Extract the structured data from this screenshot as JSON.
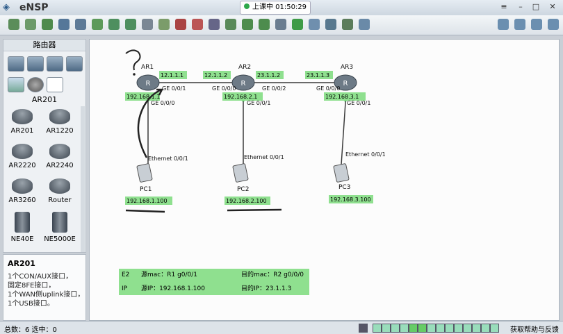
{
  "window": {
    "app_name": "eNSP",
    "recording": "上课中 01:50:29"
  },
  "sidebar": {
    "category_title": "路由器",
    "selected_category": "AR201",
    "devices": [
      "AR201",
      "AR1220",
      "AR2220",
      "AR2240",
      "AR3260",
      "Router",
      "NE40E",
      "NE5000E"
    ]
  },
  "info": {
    "model": "AR201",
    "lines": [
      "1个CON/AUX接口，",
      "固定8FE接口，",
      "1个WAN侧uplink接口，",
      "1个USB接口。"
    ]
  },
  "topology": {
    "routers": [
      "AR1",
      "AR2",
      "AR3"
    ],
    "pcs": [
      "PC1",
      "PC2",
      "PC3"
    ],
    "ports": {
      "ar1_g001": "GE 0/0/1",
      "ar1_g000": "GE 0/0/0",
      "ar2_g000": "GE 0/0/0",
      "ar2_g002": "GE 0/0/2",
      "ar2_g001": "GE 0/0/1",
      "ar3_g000": "GE 0/0/0",
      "ar3_g001": "GE 0/0/1",
      "pc_eth": "Ethernet 0/0/1"
    },
    "ips": {
      "ar1_link": "12.1.1.1",
      "ar2_link_a": "12.1.1.2",
      "ar2_link_b": "23.1.1.2",
      "ar3_link": "23.1.1.3",
      "ar1_lan": "192.168.1.1",
      "ar2_lan": "192.168.2.1",
      "ar3_lan": "192.168.3.1",
      "pc1": "192.168.1.100",
      "pc2": "192.168.2.100",
      "pc3": "192.168.3.100"
    }
  },
  "notes": {
    "row1": [
      "E2",
      "源mac：R1 g0/0/1",
      "目的mac：R2 g0/0/0"
    ],
    "row2": [
      "IP",
      "源IP：192.168.1.100",
      "目的IP：23.1.1.3"
    ]
  },
  "status": {
    "left": "总数：6 选中：0",
    "right": "获取帮助与反馈"
  }
}
